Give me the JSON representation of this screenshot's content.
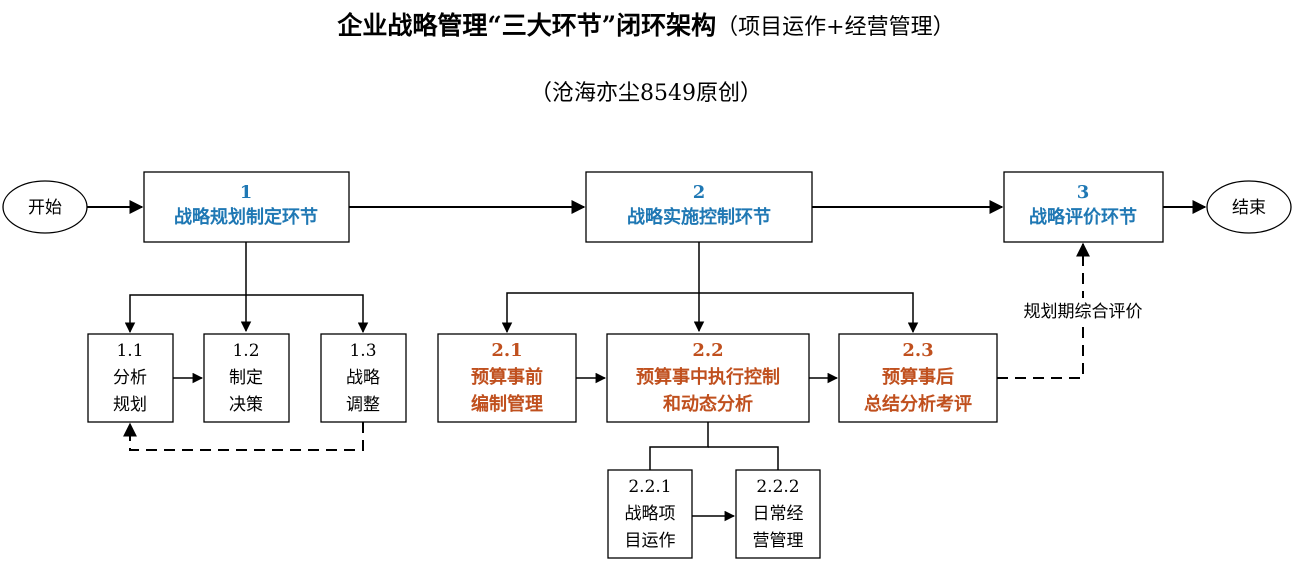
{
  "title": {
    "main": "企业战略管理“三大环节”闭环架构",
    "suffix": "（项目运作+经营管理）",
    "subtitle": "（沧海亦尘8549原创）"
  },
  "nodes": {
    "start": "开始",
    "end": "结束",
    "n1": {
      "num": "1",
      "label": "战略规划制定环节"
    },
    "n2": {
      "num": "2",
      "label": "战略实施控制环节"
    },
    "n3": {
      "num": "3",
      "label": "战略评价环节"
    },
    "n1_1": {
      "num": "1.1",
      "line1": "分析",
      "line2": "规划"
    },
    "n1_2": {
      "num": "1.2",
      "line1": "制定",
      "line2": "决策"
    },
    "n1_3": {
      "num": "1.3",
      "line1": "战略",
      "line2": "调整"
    },
    "n2_1": {
      "num": "2.1",
      "line1": "预算事前",
      "line2": "编制管理"
    },
    "n2_2": {
      "num": "2.2",
      "line1": "预算事中执行控制",
      "line2": "和动态分析"
    },
    "n2_3": {
      "num": "2.3",
      "line1": "预算事后",
      "line2": "总结分析考评"
    },
    "n2_2_1": {
      "num": "2.2.1",
      "line1": "战略项",
      "line2": "目运作"
    },
    "n2_2_2": {
      "num": "2.2.2",
      "line1": "日常经",
      "line2": "营管理"
    }
  },
  "edge_labels": {
    "feedback": "规划期综合评价"
  },
  "colors": {
    "level1_text": "#1f78b4",
    "level2_text": "#c0501e",
    "line": "#000000"
  }
}
